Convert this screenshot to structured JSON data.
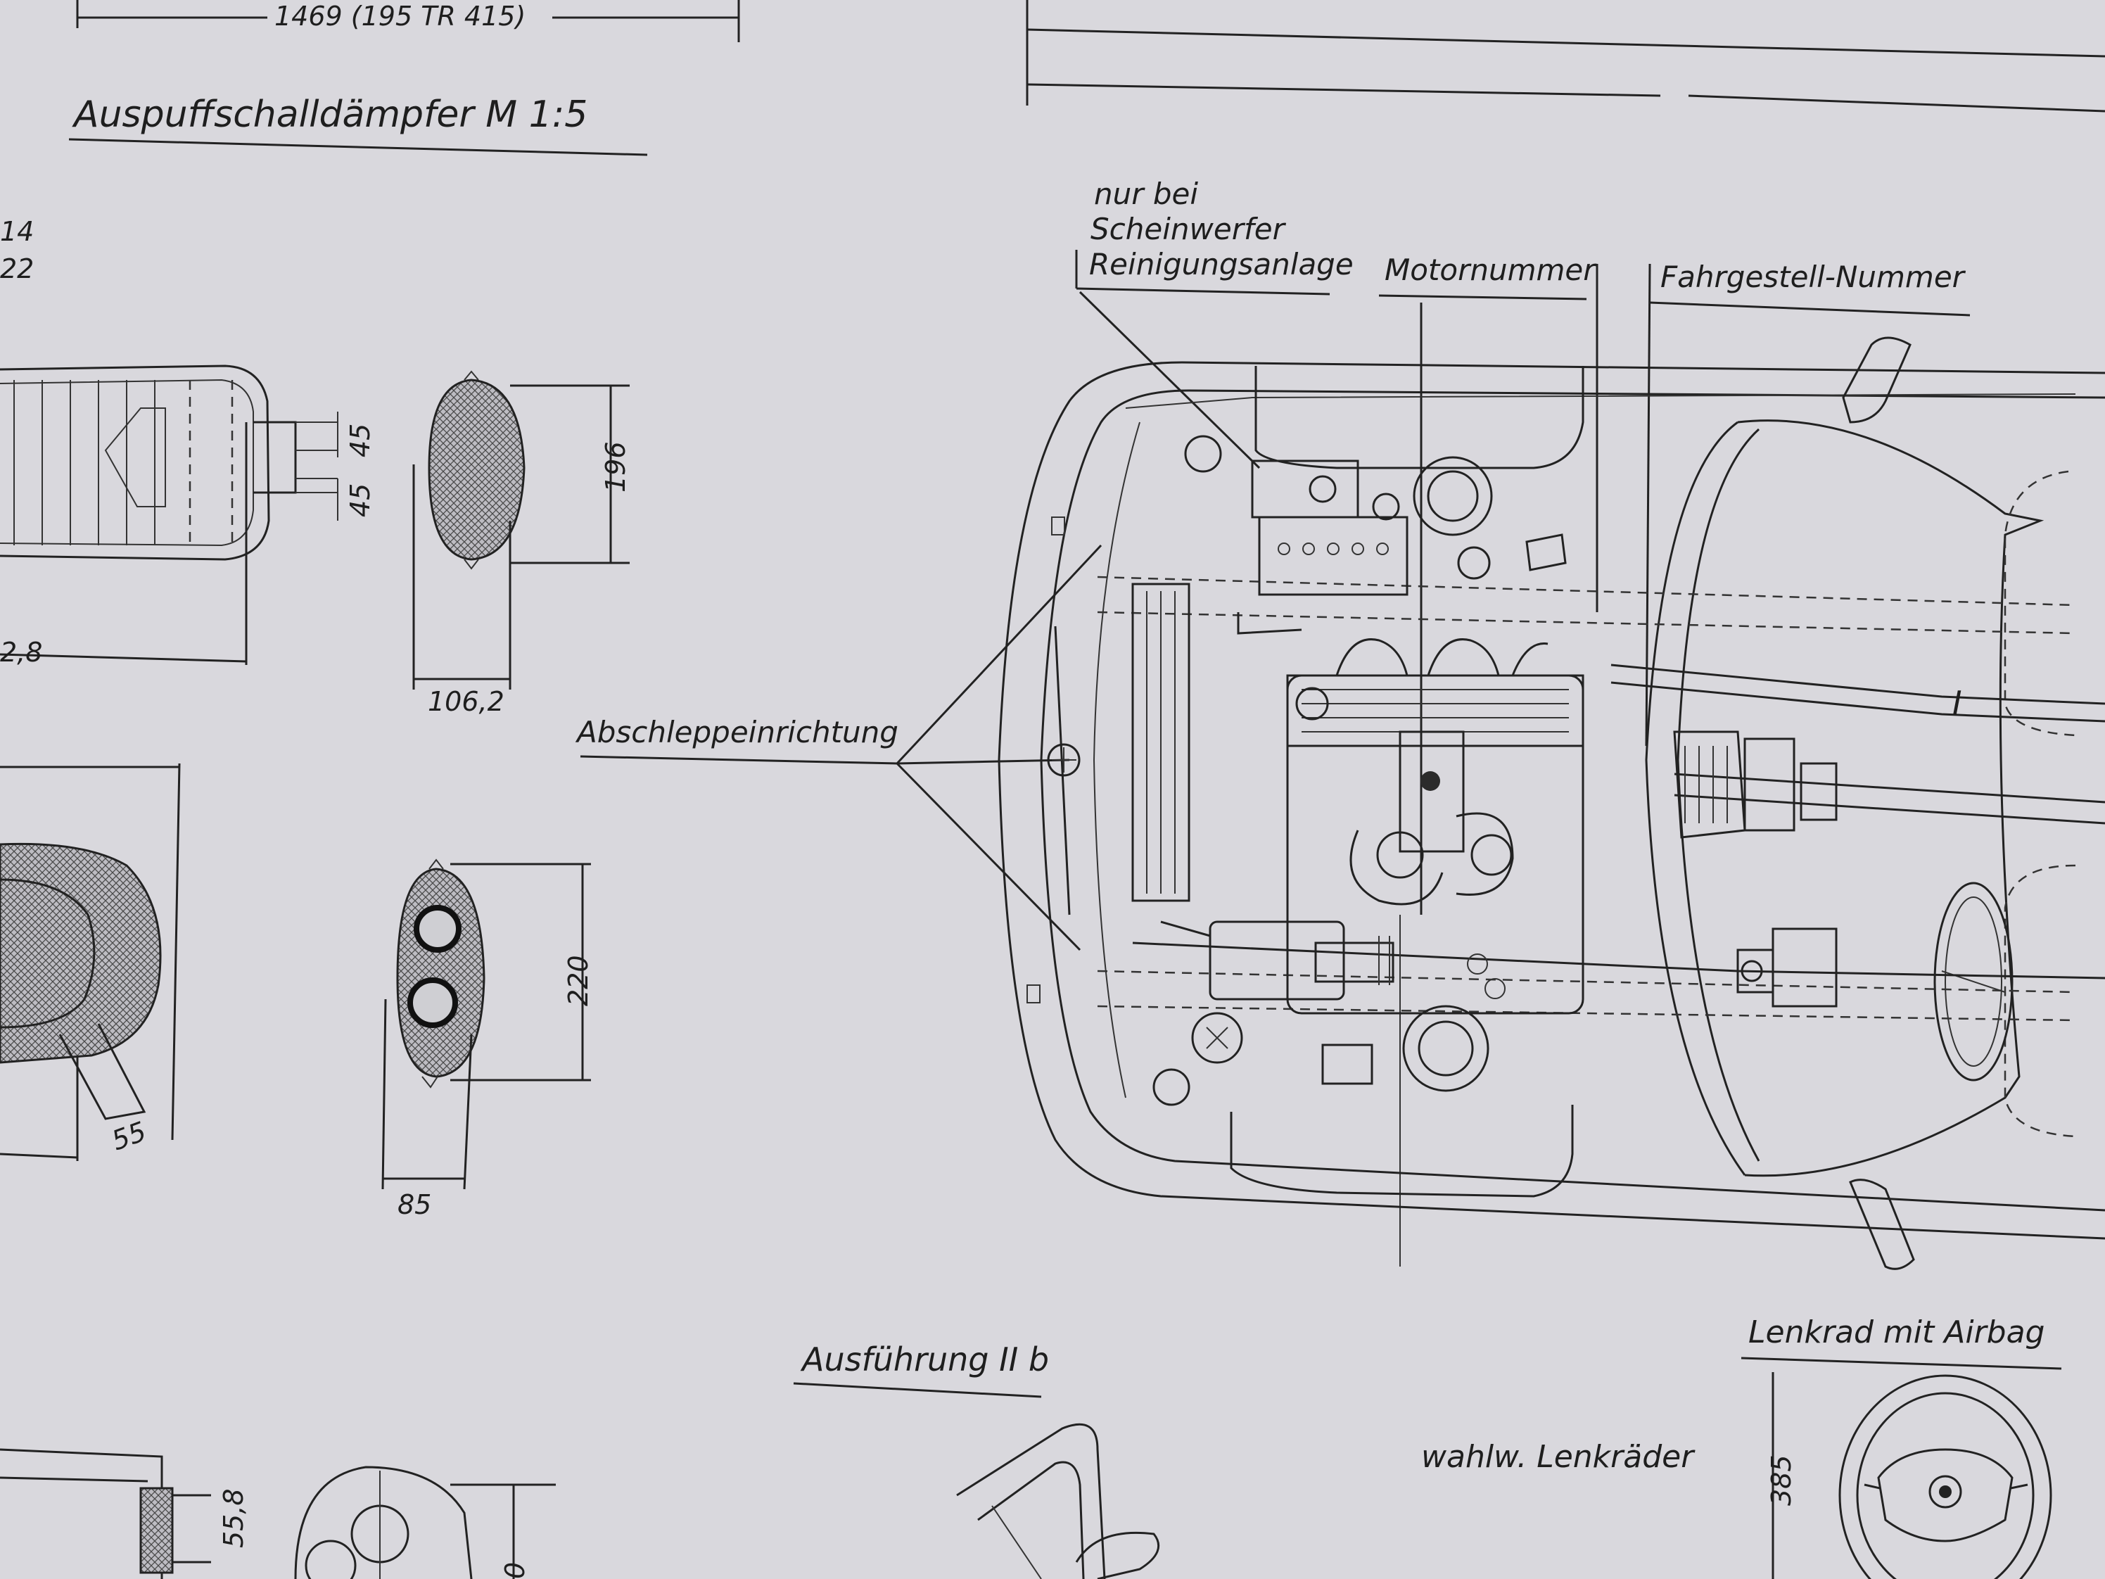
{
  "labels": {
    "top_dimension": "1469   (195 TR 415)",
    "muffler_title": "Auspuffschalldämpfer  M 1:5",
    "cleaning_line1": "nur bei",
    "cleaning_line2": "Scheinwerfer",
    "cleaning_line3": "Reinigungsanlage",
    "engine_number": "Motornummer",
    "chassis_number": "Fahrgestell-Nummer",
    "towing": "Abschleppeinrichtung",
    "variant": "Ausführung II b",
    "steering_airbag": "Lenkrad mit Airbag",
    "optional_wheels": "wahlw. Lenkräder",
    "roman_one": "I"
  },
  "dimensions": {
    "d14": "14",
    "d22": "22",
    "d45a": "45",
    "d45b": "45",
    "d196": "196",
    "d2_8": "2,8",
    "d106_2": "106,2",
    "d220": "220",
    "d55": "55",
    "d85": "85",
    "d55_8": "55,8",
    "d385": "385",
    "d0": "0"
  }
}
